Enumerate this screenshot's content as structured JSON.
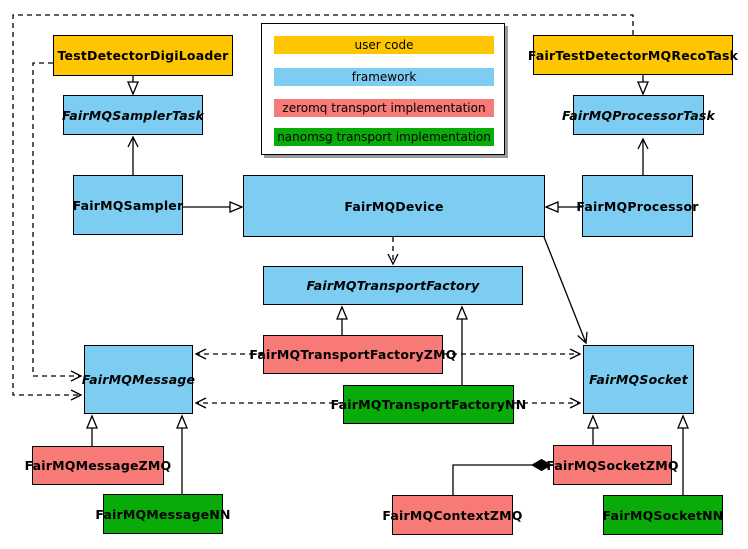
{
  "diagram": {
    "type": "uml-class-diagram",
    "subject": "FairMQ framework class relationships",
    "colors": {
      "user_code": "#FEC601",
      "framework": "#7CCDF1",
      "zeromq": "#F87A77",
      "nanomsg": "#09AB09",
      "line": "#000000",
      "background": "#FFFFFF"
    },
    "legend": {
      "items": [
        {
          "label": "user code",
          "color_key": "user_code"
        },
        {
          "label": "framework",
          "color_key": "framework"
        },
        {
          "label": "zeromq transport implementation",
          "color_key": "zeromq"
        },
        {
          "label": "nanomsg transport implementation",
          "color_key": "nanomsg"
        }
      ]
    },
    "nodes": {
      "test_detector_digi_loader": {
        "label": "TestDetectorDigiLoader",
        "category": "user_code",
        "abstract": false
      },
      "fair_test_detector_mq_reco_task": {
        "label": "FairTestDetectorMQRecoTask",
        "category": "user_code",
        "abstract": false
      },
      "fairmq_sampler_task": {
        "label": "FairMQSamplerTask",
        "category": "framework",
        "abstract": true
      },
      "fairmq_processor_task": {
        "label": "FairMQProcessorTask",
        "category": "framework",
        "abstract": true
      },
      "fairmq_sampler": {
        "label": "FairMQSampler",
        "category": "framework",
        "abstract": false
      },
      "fairmq_device": {
        "label": "FairMQDevice",
        "category": "framework",
        "abstract": false
      },
      "fairmq_processor": {
        "label": "FairMQProcessor",
        "category": "framework",
        "abstract": false
      },
      "fairmq_transport_factory": {
        "label": "FairMQTransportFactory",
        "category": "framework",
        "abstract": true
      },
      "fairmq_transport_factory_zmq": {
        "label": "FairMQTransportFactoryZMQ",
        "category": "zeromq",
        "abstract": false
      },
      "fairmq_transport_factory_nn": {
        "label": "FairMQTransportFactoryNN",
        "category": "nanomsg",
        "abstract": false
      },
      "fairmq_message": {
        "label": "FairMQMessage",
        "category": "framework",
        "abstract": true
      },
      "fairmq_socket": {
        "label": "FairMQSocket",
        "category": "framework",
        "abstract": true
      },
      "fairmq_message_zmq": {
        "label": "FairMQMessageZMQ",
        "category": "zeromq",
        "abstract": false
      },
      "fairmq_message_nn": {
        "label": "FairMQMessageNN",
        "category": "nanomsg",
        "abstract": false
      },
      "fairmq_socket_zmq": {
        "label": "FairMQSocketZMQ",
        "category": "zeromq",
        "abstract": false
      },
      "fairmq_socket_nn": {
        "label": "FairMQSocketNN",
        "category": "nanomsg",
        "abstract": false
      },
      "fairmq_context_zmq": {
        "label": "FairMQContextZMQ",
        "category": "zeromq",
        "abstract": false
      }
    },
    "edges": [
      {
        "from": "TestDetectorDigiLoader",
        "to": "FairMQSamplerTask",
        "relation": "inheritance",
        "line": "solid"
      },
      {
        "from": "FairTestDetectorMQRecoTask",
        "to": "FairMQProcessorTask",
        "relation": "inheritance",
        "line": "solid"
      },
      {
        "from": "FairMQSampler",
        "to": "FairMQSamplerTask",
        "relation": "association",
        "line": "solid"
      },
      {
        "from": "FairMQProcessor",
        "to": "FairMQProcessorTask",
        "relation": "association",
        "line": "solid"
      },
      {
        "from": "FairMQSampler",
        "to": "FairMQDevice",
        "relation": "inheritance",
        "line": "solid"
      },
      {
        "from": "FairMQProcessor",
        "to": "FairMQDevice",
        "relation": "inheritance",
        "line": "solid"
      },
      {
        "from": "FairMQDevice",
        "to": "FairMQTransportFactory",
        "relation": "dependency",
        "line": "dashed"
      },
      {
        "from": "FairMQDevice",
        "to": "FairMQSocket",
        "relation": "association",
        "line": "solid"
      },
      {
        "from": "FairMQTransportFactoryZMQ",
        "to": "FairMQTransportFactory",
        "relation": "inheritance",
        "line": "solid"
      },
      {
        "from": "FairMQTransportFactoryNN",
        "to": "FairMQTransportFactory",
        "relation": "inheritance",
        "line": "solid"
      },
      {
        "from": "FairMQTransportFactoryZMQ",
        "to": "FairMQMessage",
        "relation": "dependency",
        "line": "dashed"
      },
      {
        "from": "FairMQTransportFactoryZMQ",
        "to": "FairMQSocket",
        "relation": "dependency",
        "line": "dashed"
      },
      {
        "from": "FairMQTransportFactoryNN",
        "to": "FairMQMessage",
        "relation": "dependency",
        "line": "dashed"
      },
      {
        "from": "FairMQTransportFactoryNN",
        "to": "FairMQSocket",
        "relation": "dependency",
        "line": "dashed"
      },
      {
        "from": "FairMQMessageZMQ",
        "to": "FairMQMessage",
        "relation": "inheritance",
        "line": "solid"
      },
      {
        "from": "FairMQMessageNN",
        "to": "FairMQMessage",
        "relation": "inheritance",
        "line": "solid"
      },
      {
        "from": "FairMQSocketZMQ",
        "to": "FairMQSocket",
        "relation": "inheritance",
        "line": "solid"
      },
      {
        "from": "FairMQSocketNN",
        "to": "FairMQSocket",
        "relation": "inheritance",
        "line": "solid"
      },
      {
        "from": "FairMQContextZMQ",
        "to": "FairMQSocketZMQ",
        "relation": "composition",
        "line": "solid"
      },
      {
        "from": "TestDetectorDigiLoader",
        "to": "FairMQMessage",
        "relation": "dependency",
        "line": "dashed"
      },
      {
        "from": "FairTestDetectorMQRecoTask",
        "to": "FairMQMessage",
        "relation": "dependency",
        "line": "dashed"
      }
    ]
  }
}
